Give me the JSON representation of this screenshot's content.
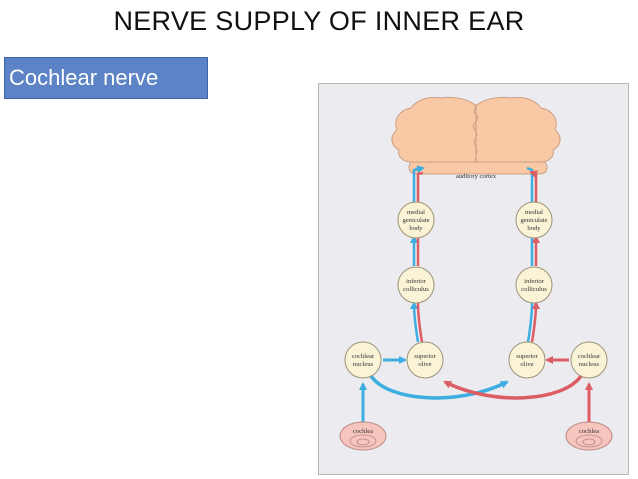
{
  "slide": {
    "title": "NERVE SUPPLY OF INNER EAR",
    "label": "Cochlear nerve"
  },
  "diagram": {
    "cortex_label": "auditory cortex",
    "left": {
      "mgb": [
        "medial",
        "geniculate",
        "body"
      ],
      "ic": [
        "inferior",
        "colliculus"
      ],
      "cn": [
        "cochlear",
        "nucleus"
      ],
      "so": [
        "superior",
        "olive"
      ],
      "cochlea": "cochlea"
    },
    "right": {
      "mgb": [
        "medial",
        "geniculate",
        "body"
      ],
      "ic": [
        "inferior",
        "colliculus"
      ],
      "cn": [
        "cochlear",
        "nucleus"
      ],
      "so": [
        "superior",
        "olive"
      ],
      "cochlea": "cochlea"
    },
    "colors": {
      "blue_pathway": "#3eaee0",
      "red_pathway": "#dd5d65",
      "node_fill": "#faf3d6",
      "cortex_fill": "#f9c9a6",
      "cochlea_fill": "#f6c5bd",
      "panel_bg": "#ecebef"
    }
  }
}
